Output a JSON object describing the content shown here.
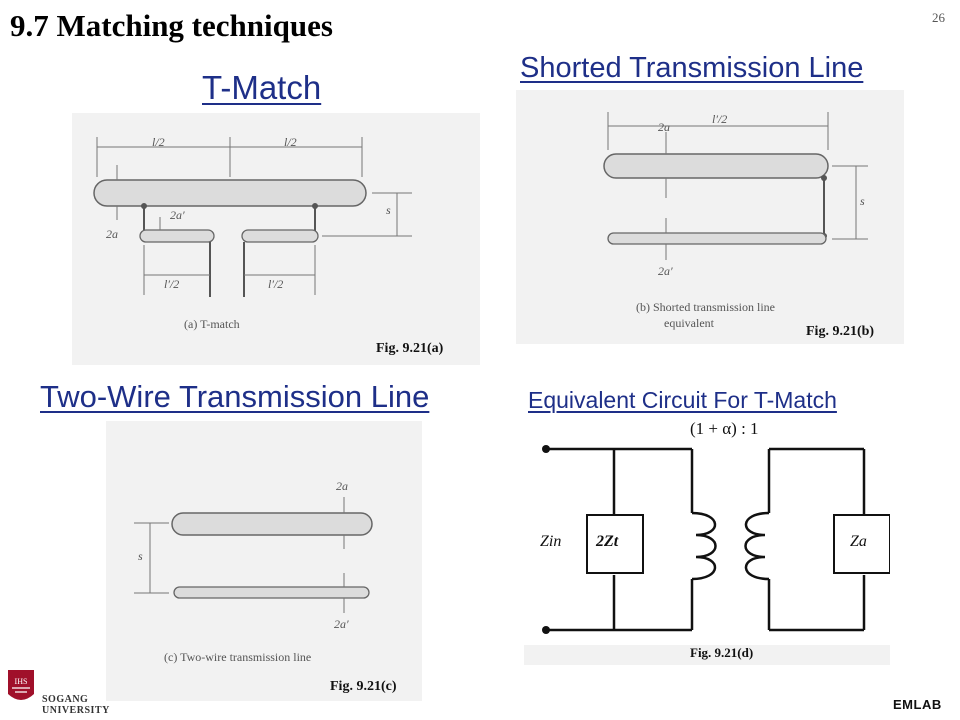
{
  "slide": {
    "title": "9.7 Matching techniques",
    "page_number": "26",
    "footer_brand": "EMLAB"
  },
  "logo": {
    "seal_text": "IHS",
    "name": "SOGANG UNIVERSITY"
  },
  "figures": {
    "t_match": {
      "heading": "T-Match",
      "fig_label": "Fig. 9.21(a)",
      "caption": "(a)  T-match",
      "dims": {
        "half_l": "l/2",
        "two_a_prime": "2a′",
        "two_a": "2a",
        "s": "s",
        "half_l_prime": "l′/2"
      }
    },
    "shorted_line": {
      "heading": "Shorted Transmission Line",
      "fig_label": "Fig. 9.21(b)",
      "caption_line1": "(b)  Shorted transmission line",
      "caption_line2": "equivalent",
      "dims": {
        "half_l_prime": "l′/2",
        "two_a": "2a",
        "s": "s",
        "two_a_prime": "2a′"
      }
    },
    "two_wire": {
      "heading": "Two-Wire Transmission Line",
      "fig_label": "Fig. 9.21(c)",
      "caption": "(c)  Two-wire transmission line",
      "dims": {
        "two_a": "2a",
        "s": "s",
        "two_a_prime": "2a′"
      }
    },
    "equivalent_circuit": {
      "heading": "Equivalent Circuit For T-Match",
      "fig_label": "Fig. 9.21(d)",
      "ratio": "(1 + α) : 1",
      "zin": "Zin",
      "left_impedance": "2Zt",
      "right_impedance": "Za"
    }
  }
}
